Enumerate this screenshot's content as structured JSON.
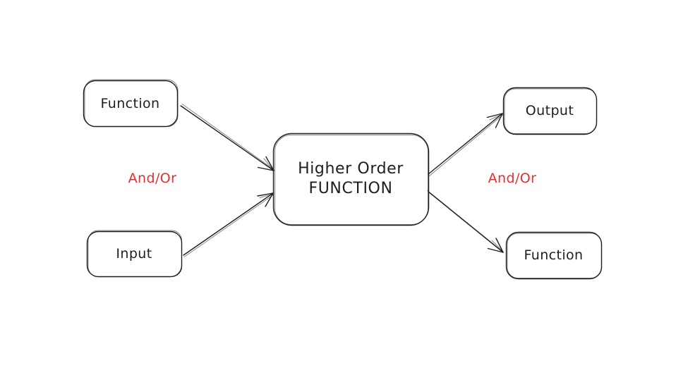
{
  "diagram": {
    "nodes": {
      "function_top_left": {
        "label": "Function"
      },
      "input": {
        "label": "Input"
      },
      "center": {
        "line1": "Higher Order",
        "line2": "FUNCTION"
      },
      "output": {
        "label": "Output"
      },
      "function_bottom_right": {
        "label": "Function"
      }
    },
    "annotations": {
      "and_or_left": "And/Or",
      "and_or_right": "And/Or"
    },
    "connections": [
      {
        "from": "Function",
        "to": "Higher Order FUNCTION"
      },
      {
        "from": "Input",
        "to": "Higher Order FUNCTION"
      },
      {
        "from": "Higher Order FUNCTION",
        "to": "Output"
      },
      {
        "from": "Higher Order FUNCTION",
        "to": "Function"
      }
    ],
    "colors": {
      "stroke": "#1e1e1e",
      "annotation": "#e03131",
      "background": "#ffffff"
    }
  }
}
